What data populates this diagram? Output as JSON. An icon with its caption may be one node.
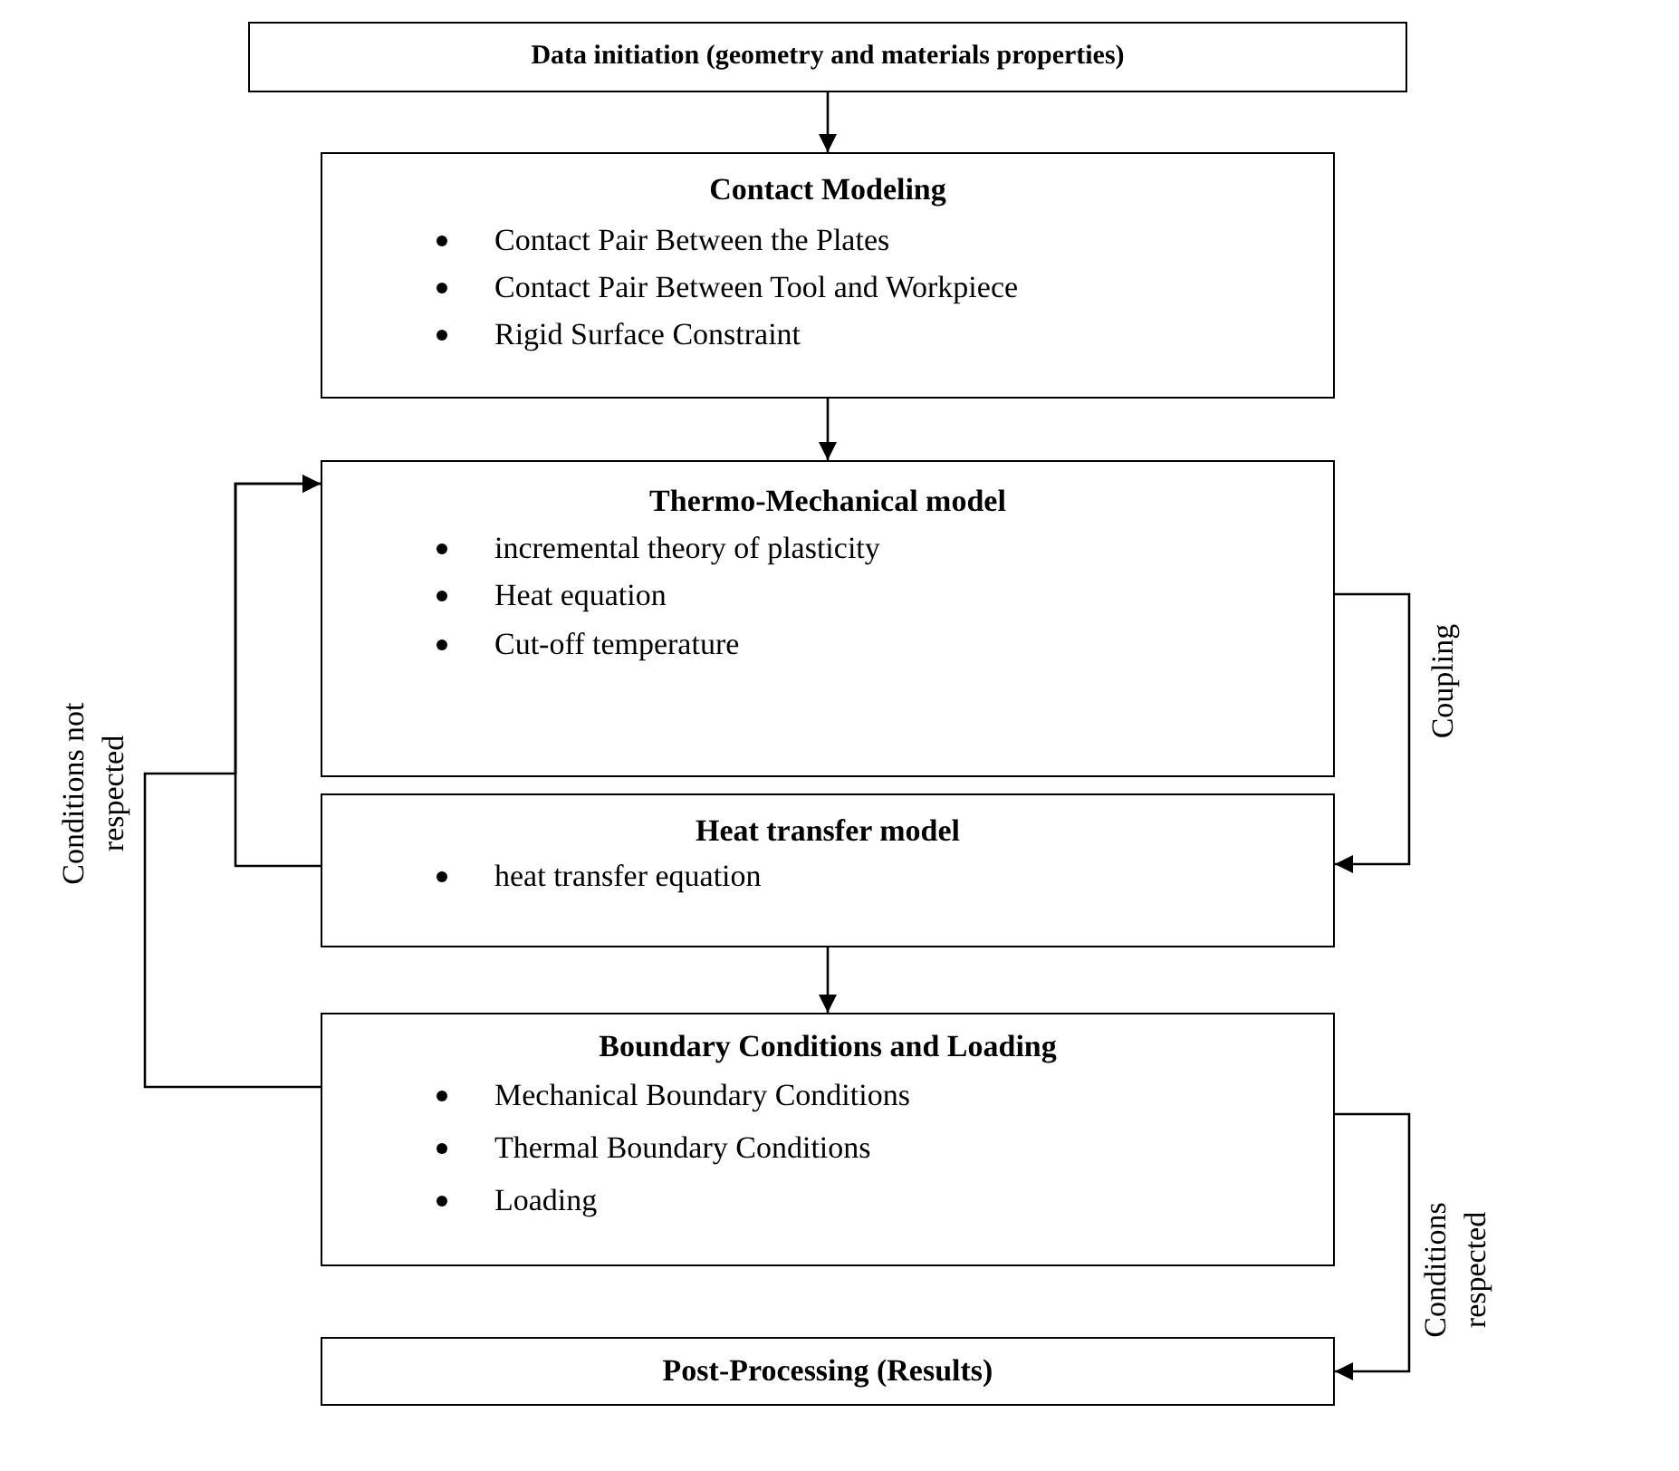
{
  "diagram": {
    "nodes": [
      {
        "text": [
          "Data initiation (geometry and materials properties)"
        ]
      },
      {
        "text": [
          "Contact Modeling",
          "Contact Pair Between the Plates",
          "Contact Pair Between Tool and Workpiece",
          "Rigid Surface Constraint"
        ]
      },
      {
        "text": [
          "Thermo-Mechanical model",
          "incremental theory of plasticity",
          "Heat equation",
          "Cut-off  temperature"
        ]
      },
      {
        "text": [
          "Heat transfer model",
          "heat transfer equation"
        ]
      },
      {
        "text": [
          "Boundary Conditions and Loading",
          "Mechanical Boundary Conditions",
          "Thermal Boundary Conditions",
          "Loading"
        ]
      },
      {
        "text": [
          "Post-Processing (Results)"
        ]
      }
    ],
    "edges": [
      {
        "from": 0,
        "to": 1,
        "arrow": "to"
      },
      {
        "from": 1,
        "to": 2,
        "arrow": "to"
      },
      {
        "from": 2,
        "to": 3,
        "arrow": "to",
        "label": "Coupling"
      },
      {
        "from": 3,
        "to": 2,
        "arrow": "to"
      },
      {
        "from": 3,
        "to": 4,
        "arrow": "to"
      },
      {
        "from": 4,
        "to": 2,
        "arrow": "to",
        "label": "Conditions not respected"
      },
      {
        "from": 4,
        "to": 5,
        "arrow": "to",
        "label": "Conditions respected"
      }
    ]
  }
}
